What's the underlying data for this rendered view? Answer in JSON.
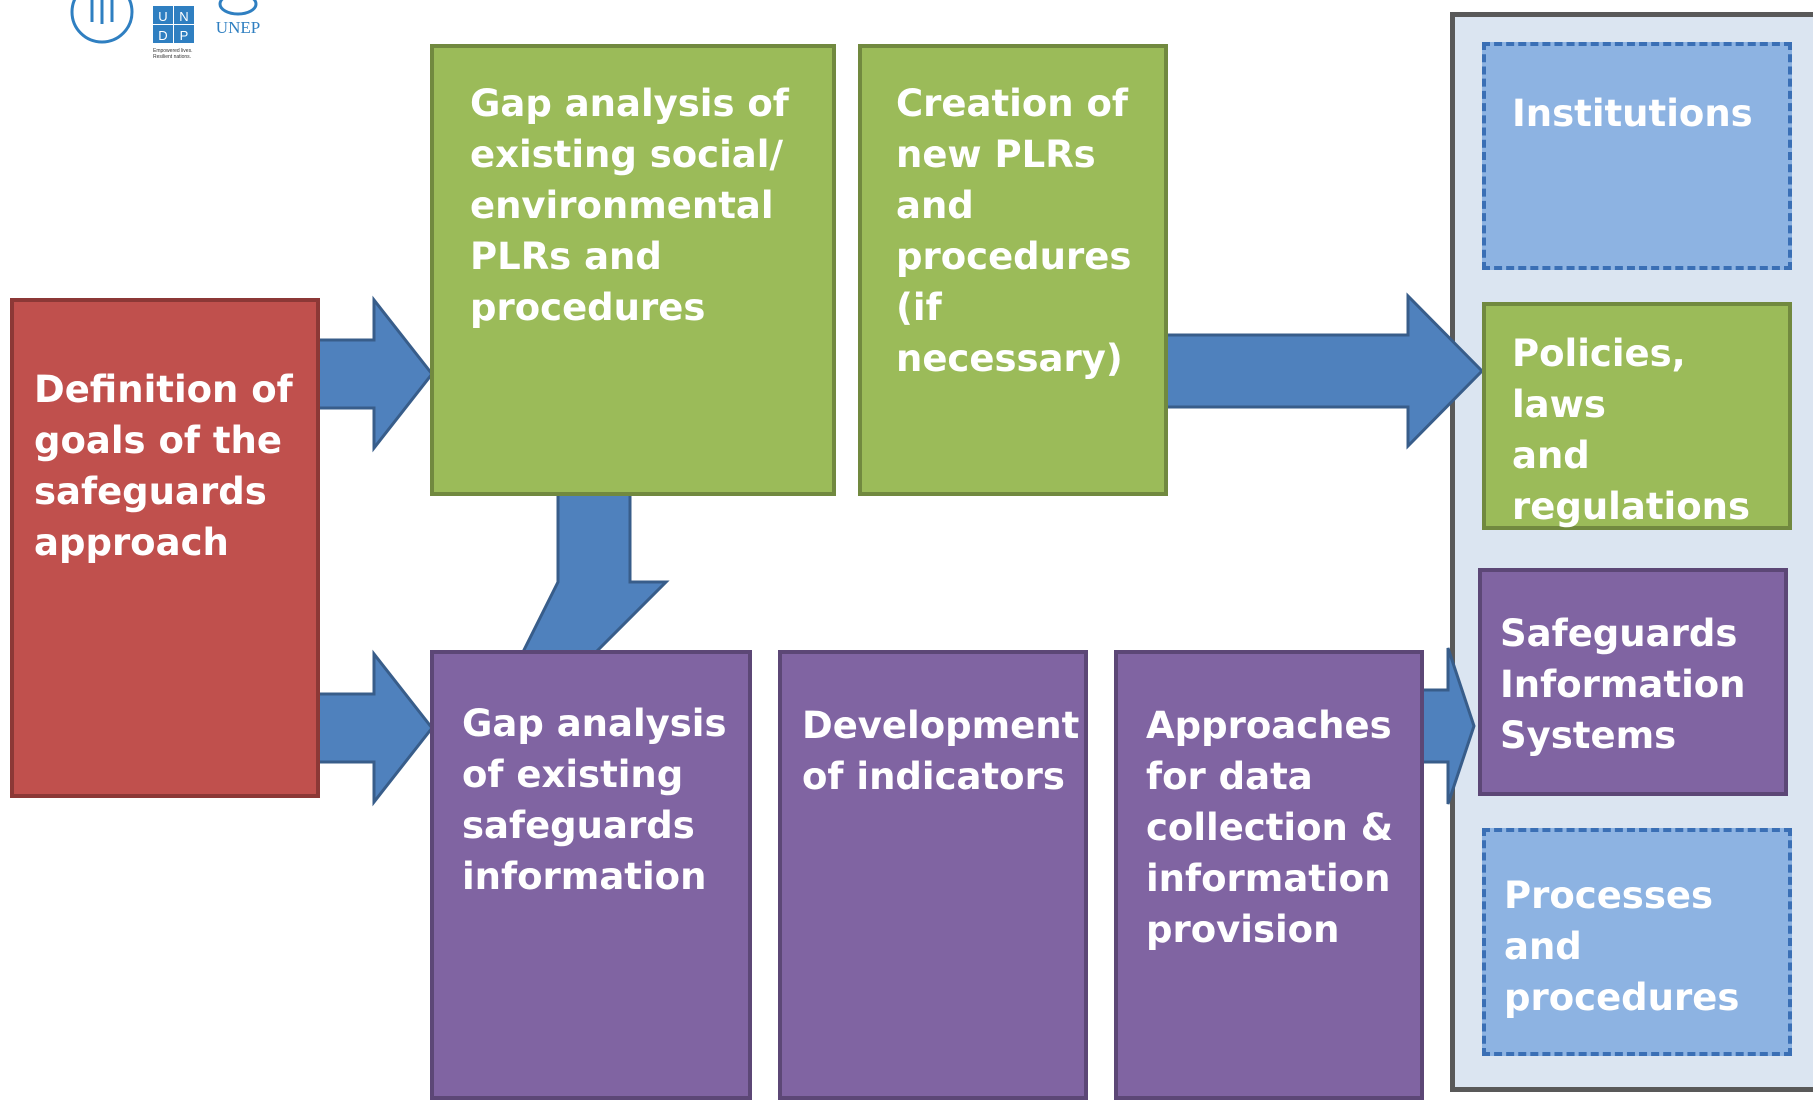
{
  "logos": {
    "fao": "FAO",
    "undp_line1": "U N",
    "undp_line2": "D P",
    "undp_tagline": "Empowered lives. Resilient nations.",
    "unep": "UNEP"
  },
  "boxes": {
    "goals": "Definition of\ngoals of the\nsafeguards\napproach",
    "gap_plr": "Gap analysis of\nexisting social/\nenvironmental\nPLRs and\nprocedures",
    "creation_plr": "Creation of\nnew PLRs\nand\nprocedures\n(if necessary)",
    "gap_info": "Gap analysis\nof existing\nsafeguards\ninformation",
    "indicators": "Development\nof indicators",
    "approaches": "Approaches\nfor data\ncollection &\ninformation\nprovision"
  },
  "panel": {
    "institutions": "Institutions",
    "policies": "Policies, laws\nand\nregulations",
    "sis": "Safeguards\nInformation\nSystems",
    "processes": "Processes and\nprocedures"
  },
  "colors": {
    "red": "#C0504D",
    "green": "#9BBB59",
    "purple": "#8064A2",
    "light_blue": "#8DB3E2",
    "arrow": "#4F81BD",
    "panel_bg": "#DBE5F1"
  }
}
